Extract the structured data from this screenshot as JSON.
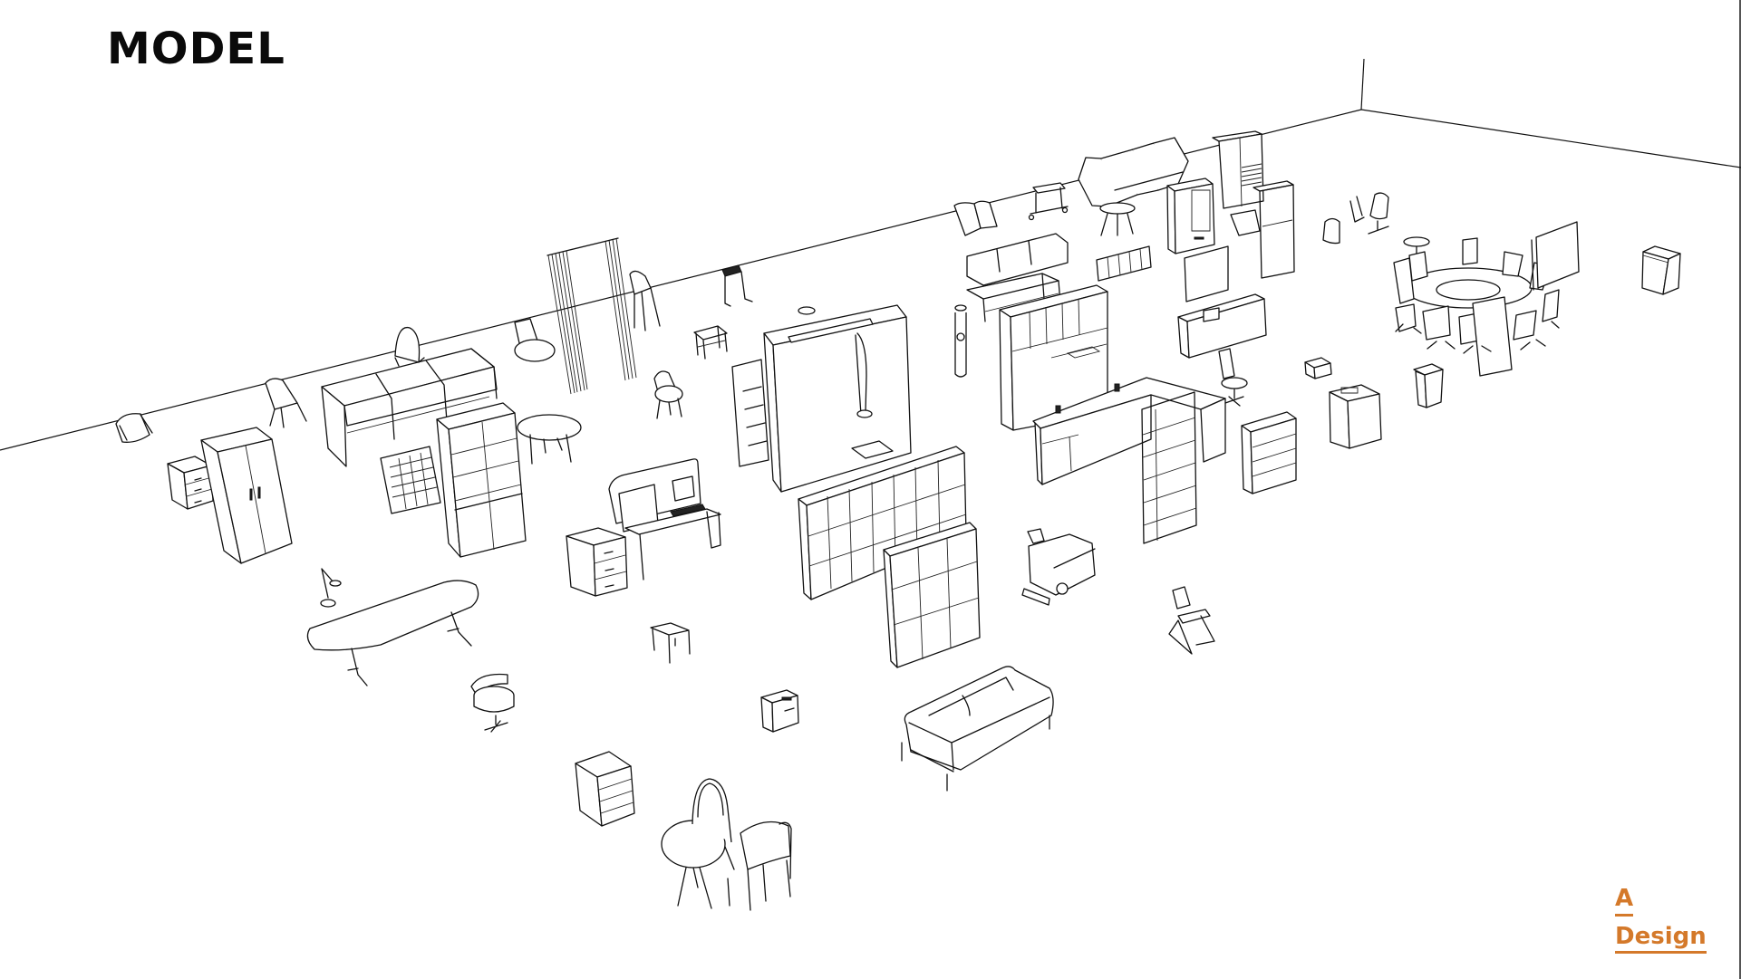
{
  "slide": {
    "title": "MODEL",
    "background": "#ffffff"
  },
  "logo": {
    "line1": "A",
    "line2": "Design",
    "color": "#d4792a"
  },
  "model_view": {
    "description": "Isometric line drawing of office furniture library",
    "line_color": "#111111",
    "objects": [
      "shell-chair",
      "drawer-pedestal",
      "wardrobe",
      "clear-chair",
      "study-carrels",
      "high-back-chair",
      "pigeonhole-cabinet",
      "glass-bookcase",
      "lounge-chair",
      "curtain-panels",
      "bar-stool",
      "oval-coffee-table",
      "armchair",
      "stool",
      "service-cart",
      "phone-booth",
      "bookshelf",
      "desk-with-monitor",
      "drawer-pedestal-2",
      "locker-cabinet",
      "open-shelving-unit",
      "desk-lamp",
      "long-conference-table",
      "swivel-chair",
      "side-stool",
      "printer",
      "mobile-pedestal",
      "cafe-table",
      "cafe-chair",
      "sofa",
      "cleaning-robot",
      "sled-chair",
      "water-dispenser",
      "waiting-sofa",
      "coffee-table",
      "kitchen-cabinets",
      "reception-counter",
      "tall-shelf",
      "work-pods",
      "tea-trolley",
      "round-table",
      "low-cubby",
      "refrigerator",
      "whiteboard",
      "tall-cabinet",
      "coat-stand",
      "reception-desk",
      "office-chair",
      "file-cabinet",
      "microwave",
      "sink-cabinet",
      "trash-bin",
      "side-chairs",
      "small-round-table",
      "ring-conference-table",
      "presentation-board",
      "small-cabinet"
    ]
  }
}
